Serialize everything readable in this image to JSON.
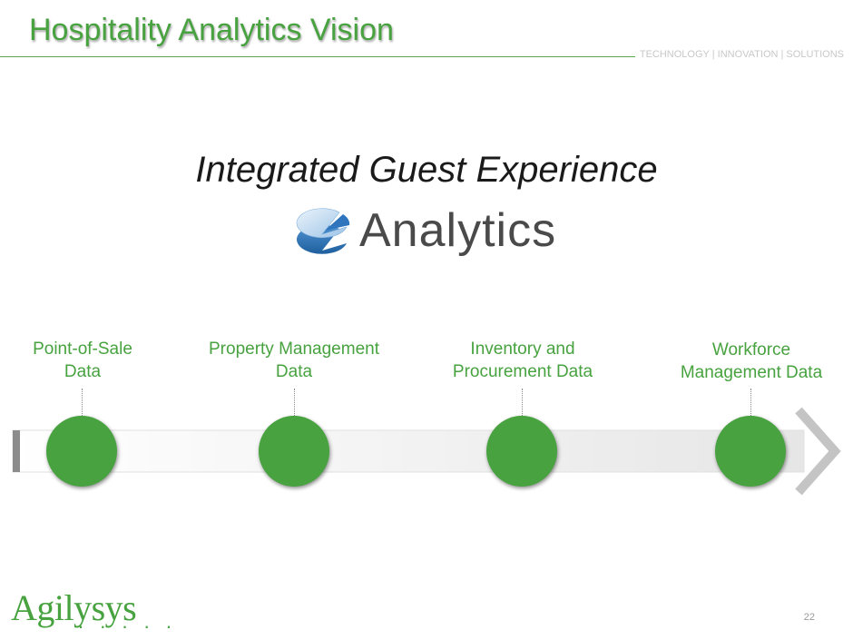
{
  "header": {
    "title": "Hospitality Analytics Vision",
    "tagline": "TECHNOLOGY | INNOVATION | SOLUTIONS"
  },
  "main": {
    "subtitle": "Integrated Guest Experience",
    "product_name": "Analytics"
  },
  "sources": [
    {
      "line1": "Point-of-Sale",
      "line2": "Data"
    },
    {
      "line1": "Property Management",
      "line2": "Data"
    },
    {
      "line1": "Inventory and",
      "line2": "Procurement Data"
    },
    {
      "line1": "Workforce",
      "line2": "Management Data"
    }
  ],
  "footer": {
    "brand": "Agilysys",
    "brand_dots": ". . . . .",
    "page_number": "22"
  },
  "colors": {
    "accent_green": "#47a23f",
    "logo_blue": "#3b7fc4",
    "text_dark": "#1a1a1a",
    "arrow_gray": "#d9d9d9"
  }
}
